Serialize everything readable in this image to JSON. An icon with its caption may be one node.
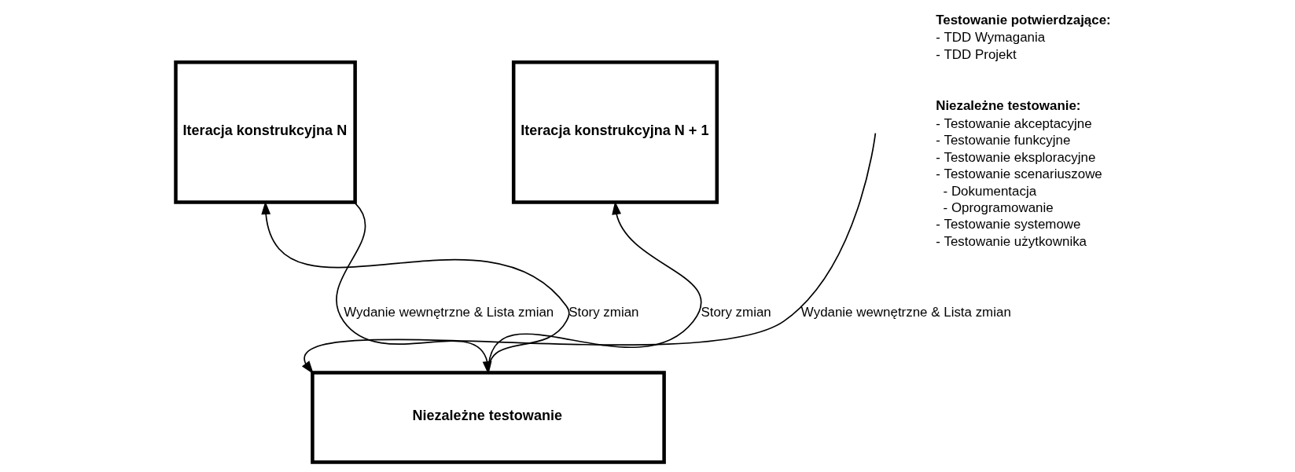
{
  "diagram": {
    "nodes": [
      {
        "text": [
          "Iteracja konstrukcyjna N"
        ]
      },
      {
        "text": [
          "Iteracja konstrukcyjna N + 1"
        ]
      },
      {
        "text": [
          "Niezależne testowanie"
        ]
      }
    ],
    "edges": [
      {
        "from": null,
        "to": 2,
        "arrow": "to",
        "label": "Wydanie wewnętrzne & Lista zmian"
      },
      {
        "from": 2,
        "to": 0,
        "arrow": "to",
        "label": "Story zmian"
      },
      {
        "from": 0,
        "to": 2,
        "arrow": "to",
        "label": "Wydanie wewnętrzne & Lista zmian"
      },
      {
        "from": 2,
        "to": 1,
        "arrow": "to",
        "label": "Story zmian"
      }
    ],
    "labels": [
      "Testowanie potwierdzające:",
      "- TDD Wymagania",
      "- TDD Projekt",
      "Niezależne testowanie:",
      "- Testowanie akceptacyjne",
      "- Testowanie funkcyjne",
      "- Testowanie eksploracyjne",
      "- Testowanie scenariuszowe",
      "  - Dokumentacja",
      "  - Oprogramowanie",
      "- Testowanie systemowe",
      "- Testowanie użytkownika"
    ]
  }
}
